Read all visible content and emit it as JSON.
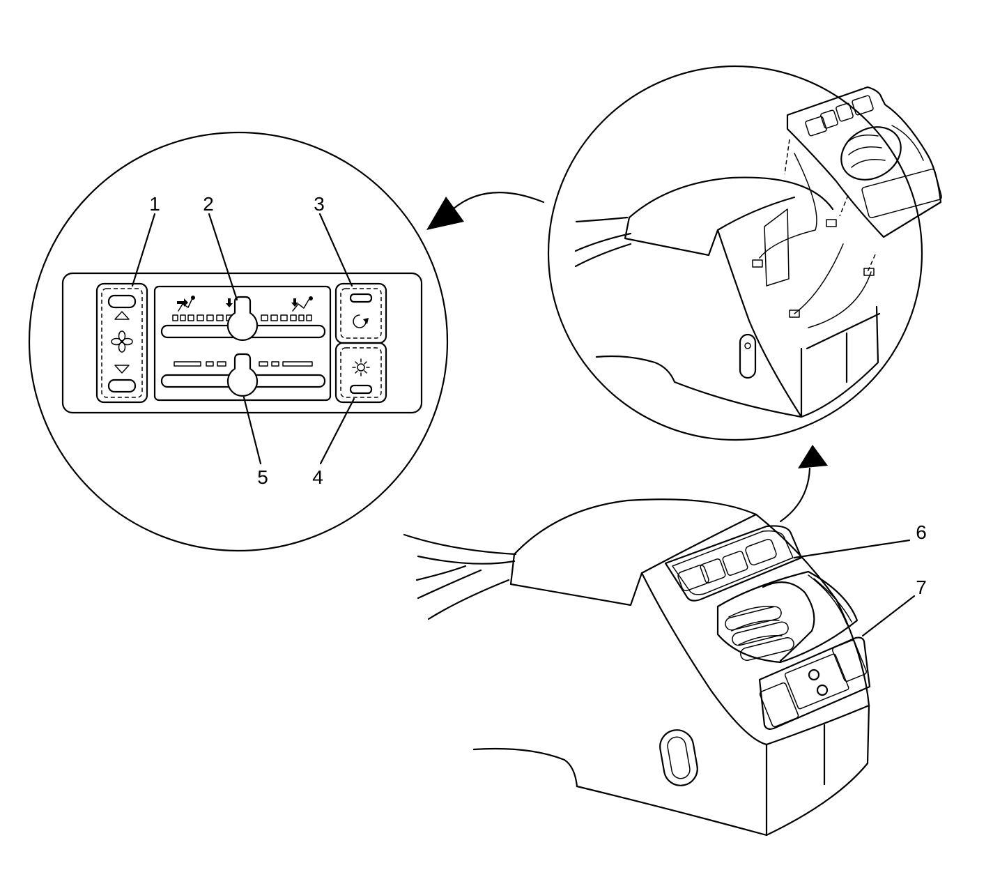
{
  "callouts": {
    "c1": "1",
    "c2": "2",
    "c3": "3",
    "c4": "4",
    "c5": "5",
    "c6": "6",
    "c7": "7"
  },
  "icons": {
    "fan_up": "triangle-up-icon",
    "fan": "fan-icon",
    "fan_down": "triangle-down-icon",
    "mode_panel": "airflow-mode-icon",
    "mode_floor": "airflow-floor-icon",
    "mode_defrost": "airflow-bilevel-icon",
    "recirc": "recirculation-icon",
    "lamp": "lamp-icon"
  },
  "colors": {
    "line": "#000000",
    "background": "#ffffff"
  }
}
